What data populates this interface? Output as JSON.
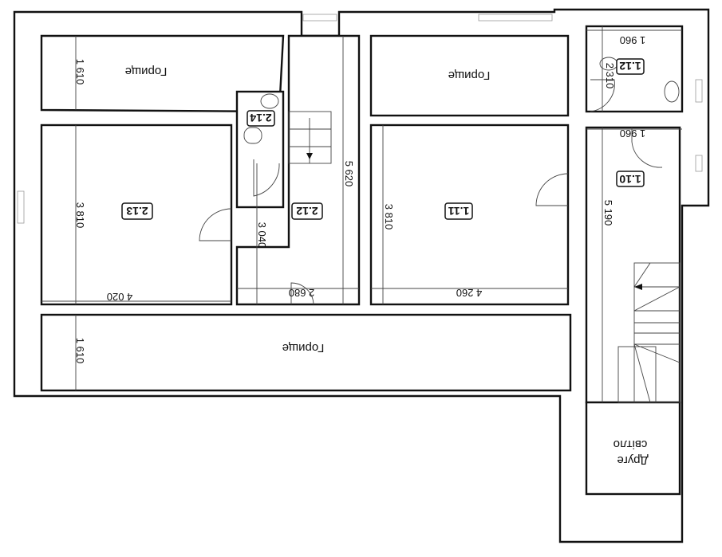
{
  "plan": {
    "rooms": [
      {
        "id": "2.13",
        "width": "4 020",
        "length": "3 810"
      },
      {
        "id": "2.14"
      },
      {
        "id": "2.12",
        "width": "2 680",
        "length": "3 040",
        "length_total": "5 620"
      },
      {
        "id": "1.11",
        "width": "4 260",
        "length": "3 810"
      },
      {
        "id": "1.12",
        "width": "1 960",
        "length": "2 310"
      },
      {
        "id": "1.10",
        "width": "1 960",
        "length": "5 190"
      }
    ],
    "attic_label": "Горище",
    "attic_depth": "1 610",
    "double_height_line1": "Друге",
    "double_height_line2": "світло"
  }
}
